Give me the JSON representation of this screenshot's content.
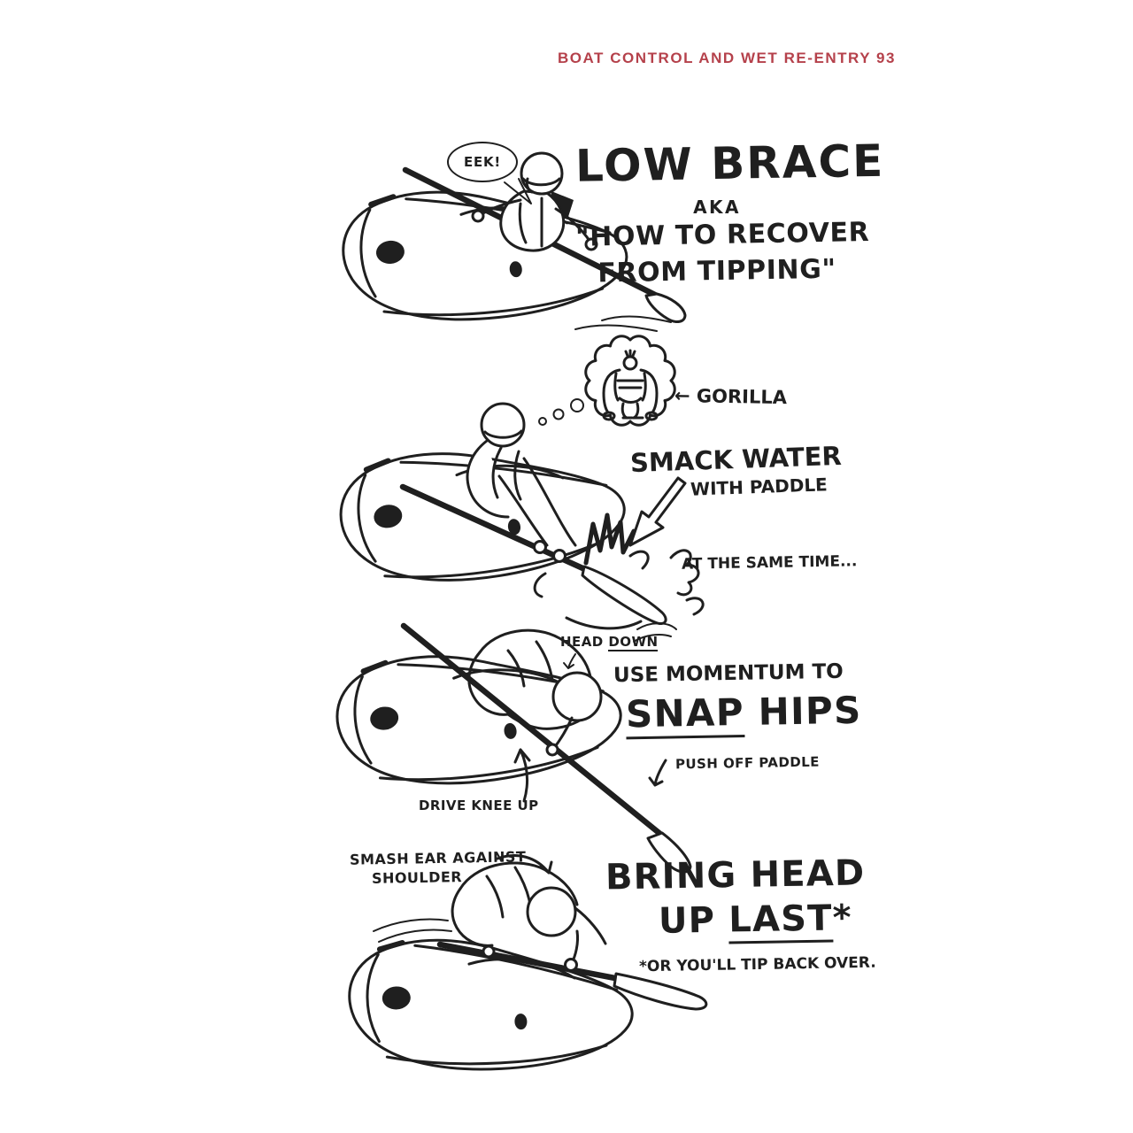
{
  "page": {
    "header": "BOAT CONTROL AND WET RE-ENTRY 93",
    "colors": {
      "accent": "#b5414b",
      "ink": "#1f1f1f",
      "paper": "#ffffff"
    }
  },
  "step1": {
    "speech": "EEK!",
    "title": "LOW BRACE",
    "aka": "AKA",
    "subtitle_line1": "\"HOW TO RECOVER",
    "subtitle_line2": "FROM TIPPING\""
  },
  "step2": {
    "thought_arrow": "←",
    "thought_label": "GORILLA",
    "heading_line1": "SMACK WATER",
    "heading_line2": "WITH PADDLE",
    "note_timing": "AT THE SAME TIME..."
  },
  "step3": {
    "note_head_word1": "HEAD",
    "note_head_word2": "DOWN",
    "heading_line1": "USE MOMENTUM TO",
    "heading_word_underlined": "SNAP",
    "heading_word2": "HIPS",
    "note_push": "PUSH OFF PADDLE",
    "note_knee": "DRIVE KNEE UP"
  },
  "step4": {
    "note_ear_line1": "SMASH EAR AGAINST",
    "note_ear_line2": "SHOULDER",
    "heading_line1": "BRING HEAD",
    "heading_line2_prefix": "UP ",
    "heading_line2_underlined": "LAST",
    "heading_line2_suffix": "*",
    "footnote": "*OR YOU'LL TIP BACK OVER."
  }
}
